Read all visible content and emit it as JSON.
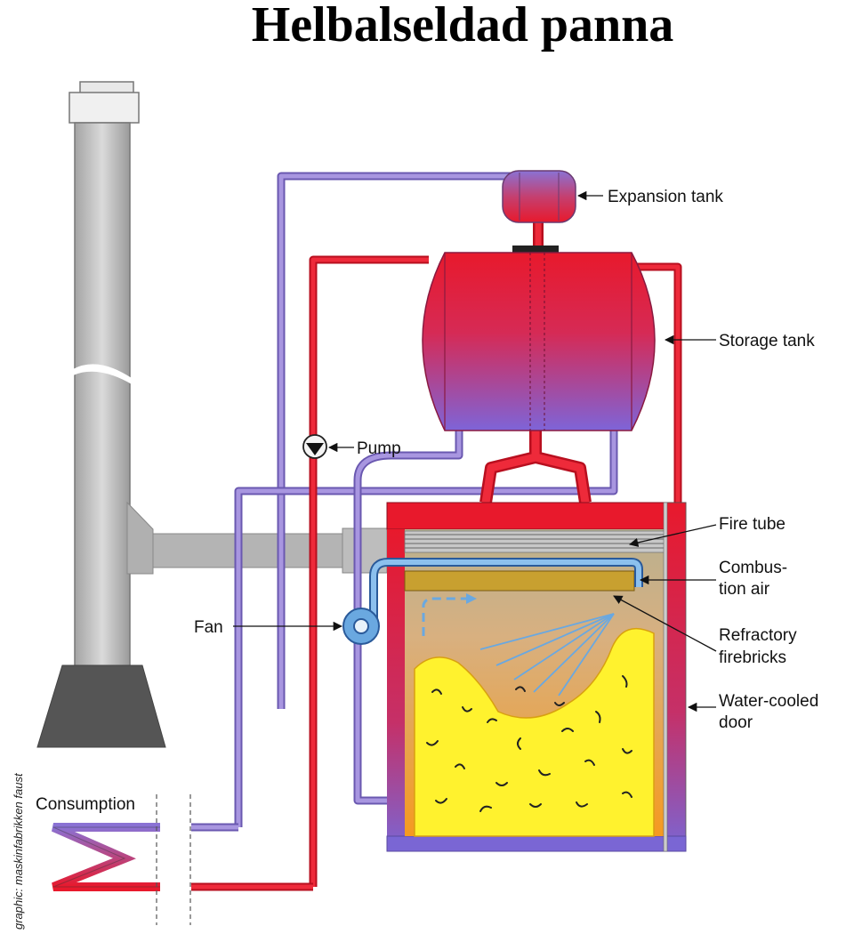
{
  "title": "Helbalseldad panna",
  "labels": {
    "expansion_tank": "Expansion tank",
    "storage_tank": "Storage tank",
    "pump": "Pump",
    "fire_tube": "Fire tube",
    "combustion_air_1": "Combus-",
    "combustion_air_2": "tion air",
    "refractory_1": "Refractory",
    "refractory_2": "firebricks",
    "fan": "Fan",
    "water_cooled_1": "Water-cooled",
    "water_cooled_2": "door",
    "consumption": "Consumption"
  },
  "credit": "graphic: maskinfabrikken faust",
  "colors": {
    "hot": "#e8192c",
    "cold": "#9c88d0",
    "air": "#6aa8e0",
    "flue": "#a8a8a8",
    "fuel": "#ffee33"
  }
}
